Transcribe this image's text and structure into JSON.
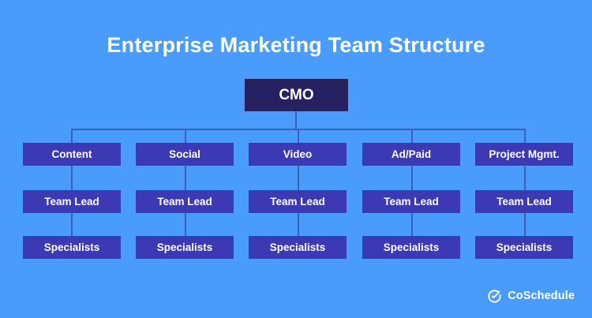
{
  "chart": {
    "title": "Enterprise Marketing Team Structure",
    "type": "org-chart",
    "background_color": "#4a9cfc",
    "root": {
      "label": "CMO",
      "color": "#262261"
    },
    "node_color": "#3c39b5",
    "connector_color": "#3a5fc0",
    "row_labels": {
      "lead": "Team Lead",
      "spec": "Specialists"
    },
    "columns": [
      {
        "department": "Content",
        "lead": "Team Lead",
        "specialists": "Specialists"
      },
      {
        "department": "Social",
        "lead": "Team Lead",
        "specialists": "Specialists"
      },
      {
        "department": "Video",
        "lead": "Team Lead",
        "specialists": "Specialists"
      },
      {
        "department": "Ad/Paid",
        "lead": "Team Lead",
        "specialists": "Specialists"
      },
      {
        "department": "Project Mgmt.",
        "lead": "Team Lead",
        "specialists": "Specialists"
      }
    ]
  },
  "brand": {
    "name": "CoSchedule",
    "icon": "check-circle-icon",
    "color": "#ffffff"
  }
}
